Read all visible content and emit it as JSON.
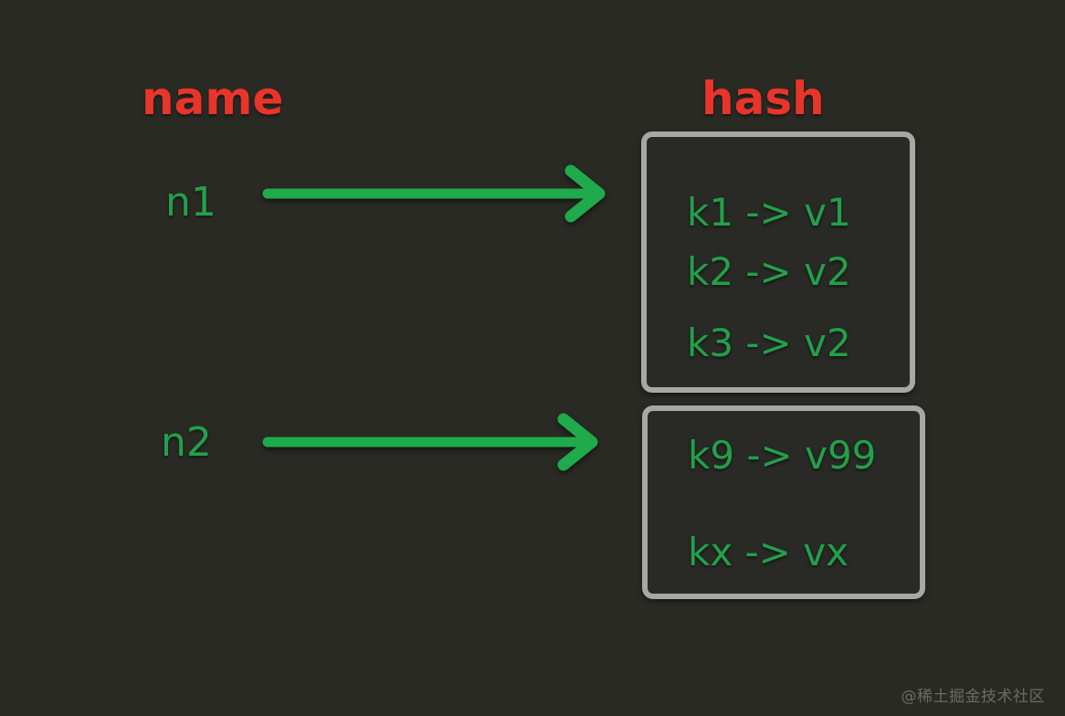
{
  "background_color": "#2a2a25",
  "palette": {
    "heading_red": "#e8352a",
    "text_green": "#22a04a",
    "arrow_green": "#1faa4b",
    "box_border_gray": "#a8a8a3",
    "watermark_gray": "#6f6f68"
  },
  "headings": {
    "left": "name",
    "right": "hash"
  },
  "nodes": [
    {
      "label": "n1",
      "arrow": "arrow-right"
    },
    {
      "label": "n2",
      "arrow": "arrow-right"
    }
  ],
  "hash_boxes": [
    {
      "entries": [
        "k1 -> v1",
        "k2 -> v2",
        "k3 -> v2"
      ]
    },
    {
      "entries": [
        "k9 -> v99",
        "kx -> vx"
      ]
    }
  ],
  "watermark": "@稀土掘金技术社区"
}
